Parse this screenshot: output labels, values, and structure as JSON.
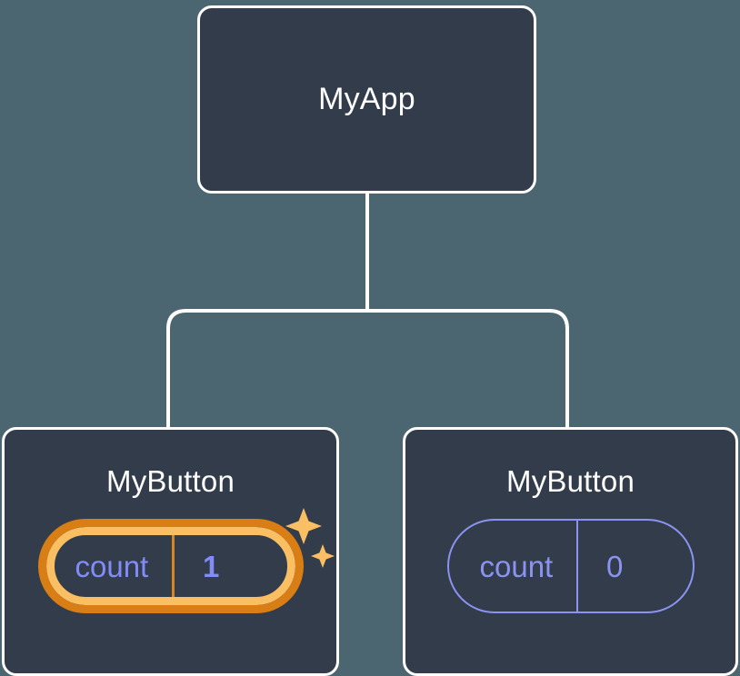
{
  "diagram": {
    "title": "React component tree with state update highlight",
    "background_color": "#4b6670",
    "node_fill_color": "#333c4b",
    "node_border_color": "#ffffff",
    "connector_color": "#ffffff",
    "state_color": "#8b93f0",
    "highlight_outer_color": "#d97d15",
    "highlight_inner_color": "#fbbf63",
    "sparkle_color": "#fbbf63"
  },
  "root": {
    "label": "MyApp"
  },
  "children": [
    {
      "label": "MyButton",
      "state_key": "count",
      "state_value": "1",
      "highlighted": true,
      "sparkles": true
    },
    {
      "label": "MyButton",
      "state_key": "count",
      "state_value": "0",
      "highlighted": false,
      "sparkles": false
    }
  ]
}
